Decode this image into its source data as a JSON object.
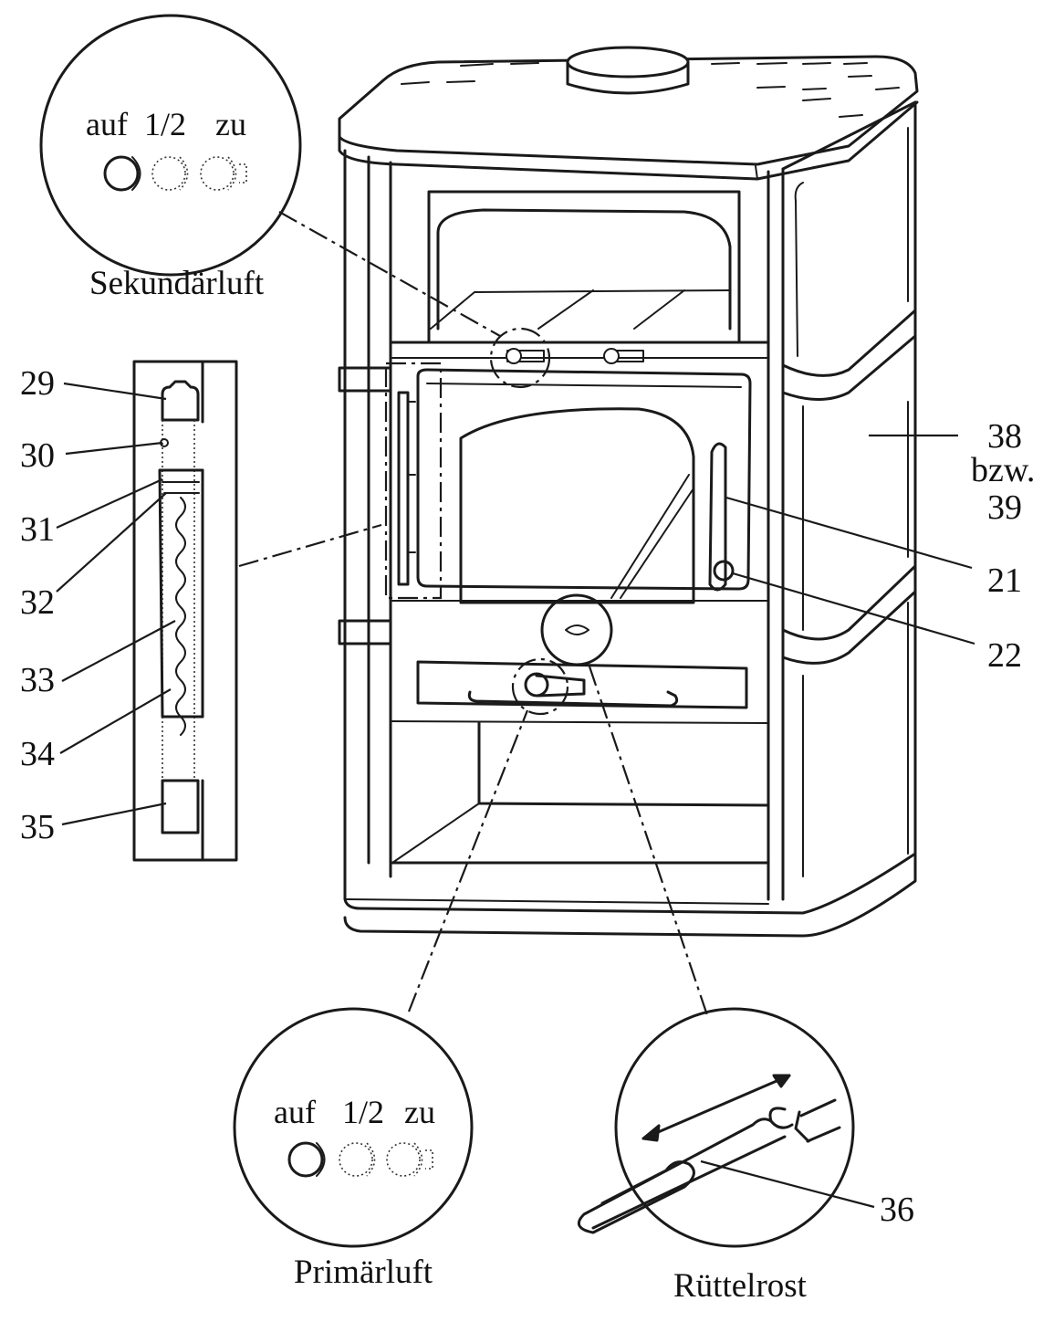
{
  "diagram": {
    "callouts": {
      "secondary_air": {
        "label": "Sekundärluft",
        "positions": [
          "auf",
          "1/2",
          "zu"
        ]
      },
      "primary_air": {
        "label": "Primärluft",
        "positions": [
          "auf",
          "1/2",
          "zu"
        ]
      },
      "shaker_grate": {
        "label": "Rüttelrost",
        "part_number": "36"
      }
    },
    "hinge_detail_parts": [
      "29",
      "30",
      "31",
      "32",
      "33",
      "34",
      "35"
    ],
    "stove_parts": {
      "side_panel": {
        "number": "38",
        "connector": "bzw.",
        "alt_number": "39"
      },
      "door_handle": "21",
      "handle_knob": "22"
    }
  }
}
